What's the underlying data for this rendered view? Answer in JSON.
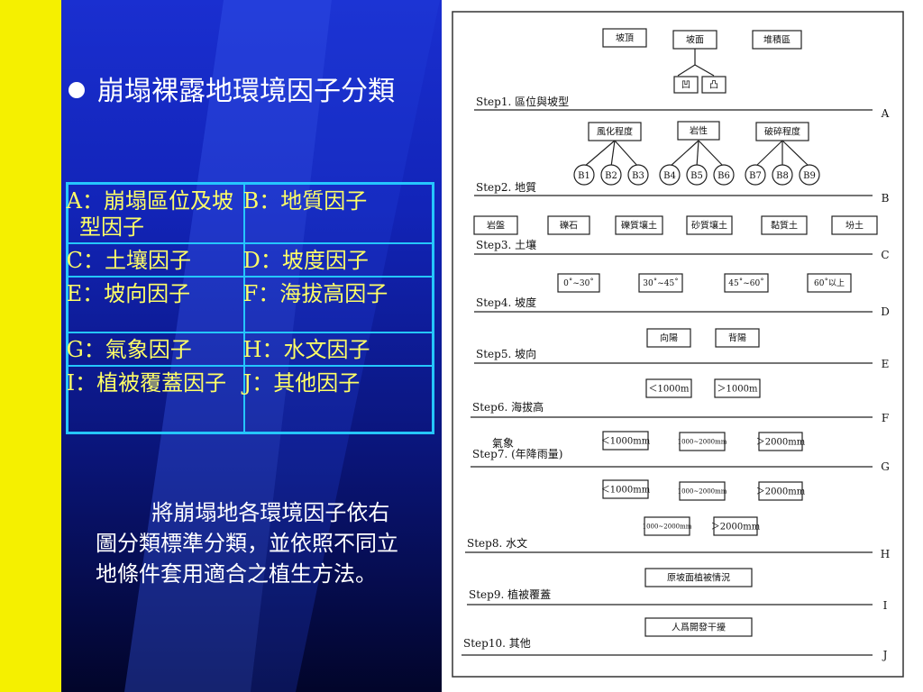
{
  "title": "崩塌裸露地環境因子分類",
  "table": [
    [
      "A：崩塌區位及坡型因子",
      "B：地質因子"
    ],
    [
      "C：土壤因子",
      "D：坡度因子"
    ],
    [
      "E：坡向因子",
      "F：海拔高因子"
    ],
    [
      "G：氣象因子",
      "H：水文因子"
    ],
    [
      "I：植被覆蓋因子",
      "J：其他因子"
    ]
  ],
  "paragraph": "將崩塌地各環境因子依右圖分類標準分類，並依照不同立地條件套用適合之植生方法。",
  "figure": {
    "steps": [
      {
        "label": "Step1. 區位與坡型",
        "letter": "A"
      },
      {
        "label": "Step2. 地質",
        "letter": "B"
      },
      {
        "label": "Step3. 土壤",
        "letter": "C"
      },
      {
        "label": "Step4. 坡度",
        "letter": "D"
      },
      {
        "label": "Step5. 坡向",
        "letter": "E"
      },
      {
        "label": "Step6. 海拔高",
        "letter": "F"
      },
      {
        "label": "Step7. (年降雨量)",
        "letter": "G"
      },
      {
        "label": "Step8. 水文",
        "letter": "H"
      },
      {
        "label": "Step9. 植被覆蓋",
        "letter": "I"
      },
      {
        "label": "Step10. 其他",
        "letter": "J"
      }
    ],
    "step7_extra": "氣象",
    "step1_boxes": [
      "坡頂",
      "坡面",
      "堆積區"
    ],
    "step1_sub": [
      "凹",
      "凸"
    ],
    "step2_boxes": [
      "風化程度",
      "岩性",
      "破碎程度"
    ],
    "step2_circles": [
      "B1",
      "B2",
      "B3",
      "B4",
      "B5",
      "B6",
      "B7",
      "B8",
      "B9"
    ],
    "step3_boxes": [
      "岩盤",
      "礫石",
      "礫質壤土",
      "砂質壤土",
      "黏質土",
      "坋土"
    ],
    "step4_boxes": [
      "0˚~30˚",
      "30˚~45˚",
      "45˚~60˚",
      "60˚以上"
    ],
    "step5_boxes": [
      "向陽",
      "背陽"
    ],
    "step6_boxes": [
      "＜1000m",
      "＞1000m"
    ],
    "step7_boxes": [
      "＜1000mm",
      "1000~2000mm",
      "＞2000mm"
    ],
    "step8_row1": [
      "＜1000mm",
      "1000~2000mm",
      "＞2000mm"
    ],
    "step8_row2": [
      "1000~2000mm",
      "＞2000mm"
    ],
    "step9_box": "原坡面植被情況",
    "step10_box": "人爲開發干擾"
  }
}
